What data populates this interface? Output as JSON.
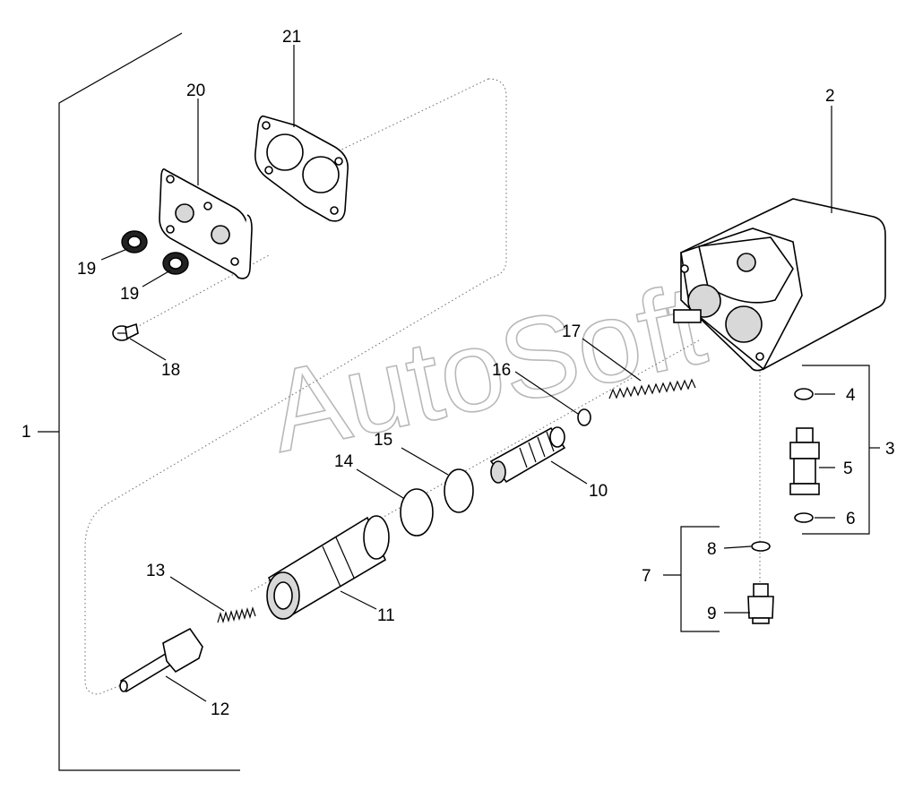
{
  "watermark": "AutoSoft",
  "callouts": {
    "c1": "1",
    "c2": "2",
    "c3": "3",
    "c4": "4",
    "c5": "5",
    "c6": "6",
    "c7": "7",
    "c8": "8",
    "c9": "9",
    "c10": "10",
    "c11": "11",
    "c12": "12",
    "c13": "13",
    "c14": "14",
    "c15": "15",
    "c16": "16",
    "c17": "17",
    "c18": "18",
    "c19a": "19",
    "c19b": "19",
    "c20": "20",
    "c21": "21"
  }
}
